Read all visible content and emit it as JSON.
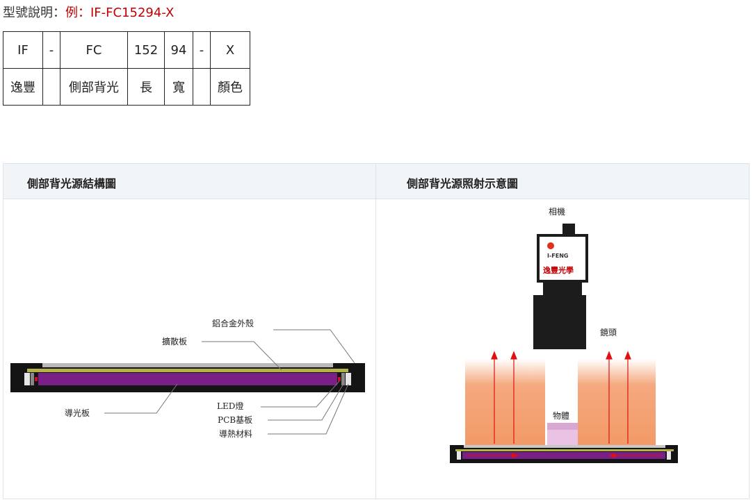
{
  "model": {
    "prefix": "型號說明：",
    "example": "例：IF-FC15294-X"
  },
  "model_table": {
    "codes": [
      "IF",
      "-",
      "FC",
      "152",
      "94",
      "-",
      "X"
    ],
    "meanings": [
      "逸豐",
      "",
      "側部背光",
      "長",
      "寬",
      "",
      "顏色"
    ]
  },
  "panels": {
    "structure_title": "側部背光源結構圖",
    "illumination_title": "側部背光源照射示意圖"
  },
  "structure_labels": {
    "housing": "鋁合金外殼",
    "diffuser": "擴散板",
    "light_guide": "導光板",
    "led": "LED燈",
    "pcb": "PCB基板",
    "thermal": "導熱材料"
  },
  "illumination_labels": {
    "camera": "相機",
    "lens": "鏡頭",
    "object": "物體",
    "brand_latin": "I-FENG",
    "brand_cn": "逸豐光學"
  },
  "colors": {
    "example_red": "#c00000",
    "light_guide": "#7a1f86",
    "diffuser": "#b3b34a",
    "housing": "#141414",
    "glow": "#f39a68",
    "arrow": "#e01010"
  }
}
